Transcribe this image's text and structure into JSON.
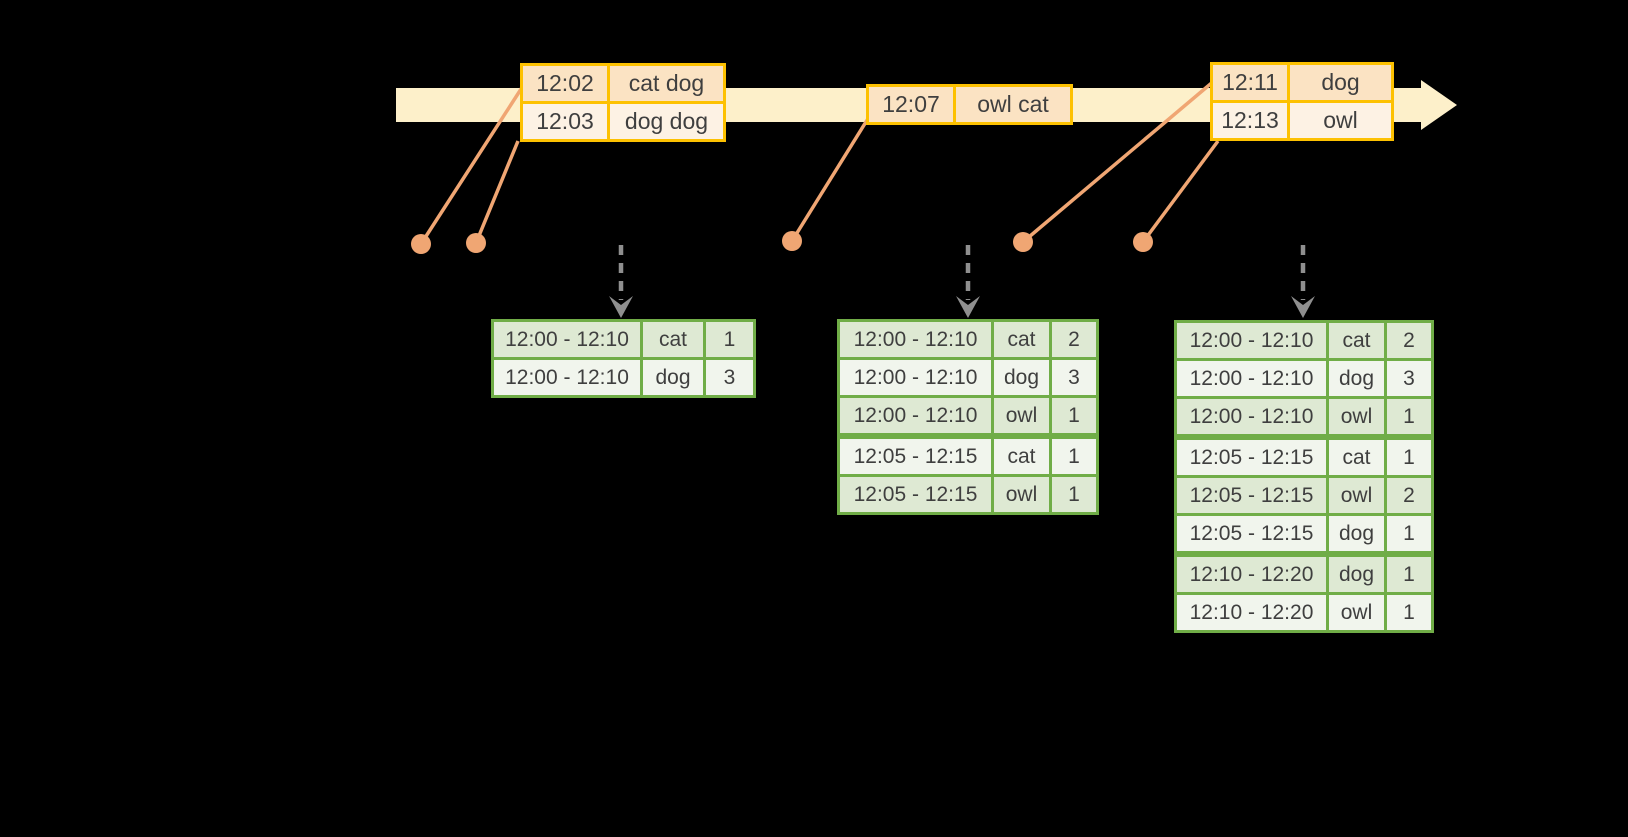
{
  "colors": {
    "background": "#000000",
    "timeline-fill": "#fdf0ca",
    "event-border": "#fdc101",
    "event-row-a": "#fbe3c3",
    "event-row-b": "#fdf2e4",
    "connector": "#f0a673",
    "dashed-arrow": "#8f8f8f",
    "result-border": "#70ad47",
    "result-row-a": "#dee9d3",
    "result-row-b": "#f1f5ed",
    "text": "#3f3f3f"
  },
  "event_tables": [
    {
      "rows": [
        {
          "time": "12:02",
          "words": "cat dog"
        },
        {
          "time": "12:03",
          "words": "dog dog"
        }
      ]
    },
    {
      "rows": [
        {
          "time": "12:07",
          "words": "owl cat"
        }
      ]
    },
    {
      "rows": [
        {
          "time": "12:11",
          "words": "dog"
        },
        {
          "time": "12:13",
          "words": "owl"
        }
      ]
    }
  ],
  "result_tables": [
    {
      "rows": [
        {
          "window": "12:00 - 12:10",
          "word": "cat",
          "count": "1"
        },
        {
          "window": "12:00 - 12:10",
          "word": "dog",
          "count": "3"
        }
      ]
    },
    {
      "rows": [
        {
          "window": "12:00 - 12:10",
          "word": "cat",
          "count": "2"
        },
        {
          "window": "12:00 - 12:10",
          "word": "dog",
          "count": "3"
        },
        {
          "window": "12:00 - 12:10",
          "word": "owl",
          "count": "1"
        },
        {
          "window": "12:05 - 12:15",
          "word": "cat",
          "count": "1"
        },
        {
          "window": "12:05 - 12:15",
          "word": "owl",
          "count": "1"
        }
      ]
    },
    {
      "rows": [
        {
          "window": "12:00 - 12:10",
          "word": "cat",
          "count": "2"
        },
        {
          "window": "12:00 - 12:10",
          "word": "dog",
          "count": "3"
        },
        {
          "window": "12:00 - 12:10",
          "word": "owl",
          "count": "1"
        },
        {
          "window": "12:05 - 12:15",
          "word": "cat",
          "count": "1"
        },
        {
          "window": "12:05 - 12:15",
          "word": "owl",
          "count": "2"
        },
        {
          "window": "12:05 - 12:15",
          "word": "dog",
          "count": "1"
        },
        {
          "window": "12:10 - 12:20",
          "word": "dog",
          "count": "1"
        },
        {
          "window": "12:10 - 12:20",
          "word": "owl",
          "count": "1"
        }
      ]
    }
  ]
}
